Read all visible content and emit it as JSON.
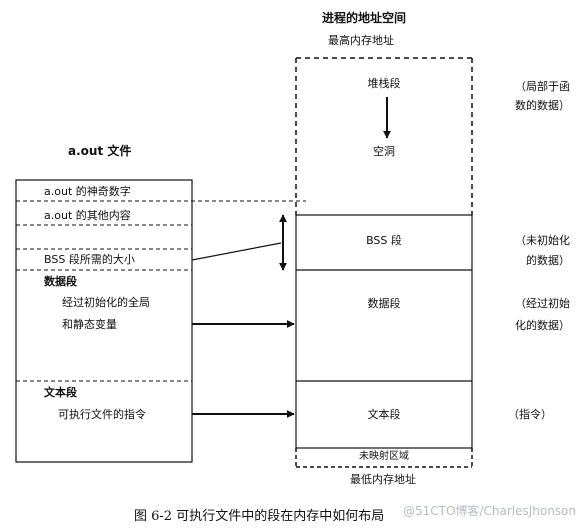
{
  "left_file": {
    "title": "a.out 文件",
    "rows": {
      "magic": "a.out 的神奇数字",
      "other": "a.out 的其他内容",
      "bss_size": "BSS 段所需的大小"
    },
    "data_segment": {
      "heading": "数据段",
      "line1": "经过初始化的全局",
      "line2": "和静态变量"
    },
    "text_segment": {
      "heading": "文本段",
      "line1": "可执行文件的指令"
    }
  },
  "address_space": {
    "title": "进程的地址空间",
    "top_label": "最高内存地址",
    "bottom_label": "最低内存地址",
    "stack": "堆栈段",
    "empty": "空洞",
    "bss": "BSS 段",
    "data": "数据段",
    "text": "文本段",
    "unmapped": "未映射区域"
  },
  "notes": {
    "stack_line1": "（局部于函",
    "stack_line2": "数的数据）",
    "bss_line1": "（未初始化",
    "bss_line2": "的数据）",
    "data_line1": "（经过初始",
    "data_line2": "化的数据）",
    "text": "（指令）"
  },
  "caption": "图 6-2    可执行文件中的段在内存中如何布局",
  "watermark": "@51CTO博客/CharlesJhonson"
}
